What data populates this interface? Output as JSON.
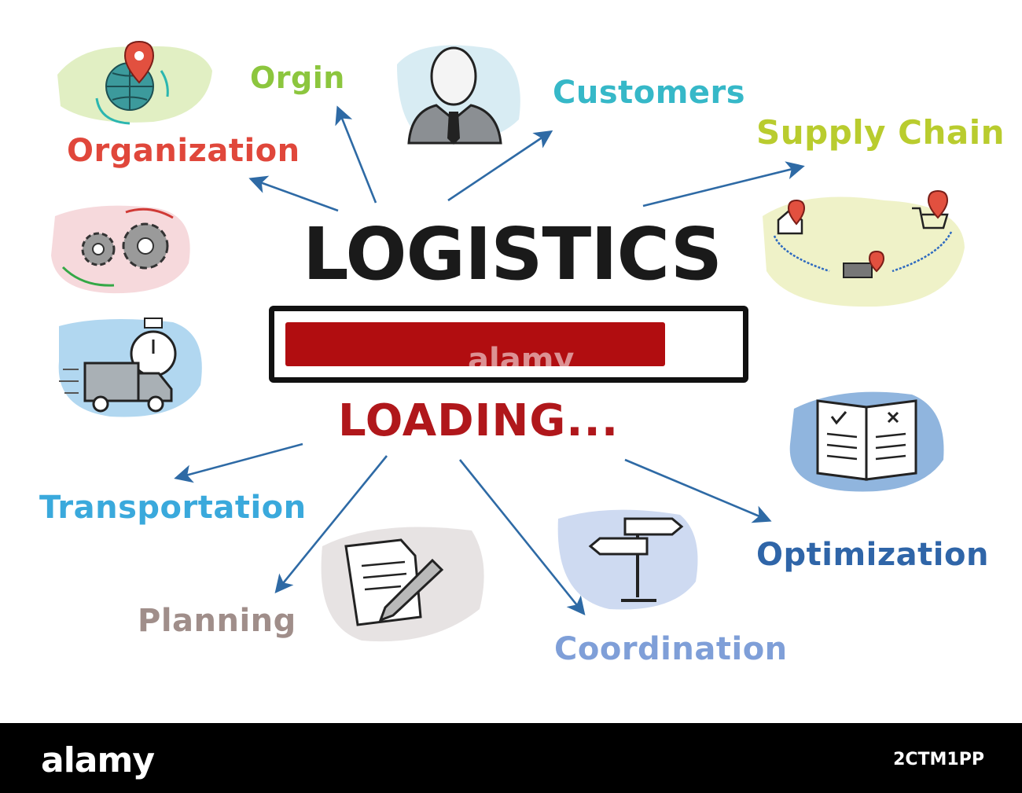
{
  "title": "LOGISTICS",
  "status": "LOADING...",
  "progress": 0.85,
  "watermark": "alamy",
  "labels": {
    "origin": "Orgin",
    "customers": "Customers",
    "supply_chain": "Supply Chain",
    "organization": "Organization",
    "transportation": "Transportation",
    "planning": "Planning",
    "coordination": "Coordination",
    "optimization": "Optimization"
  },
  "colors": {
    "origin": "#8cc63e",
    "customers": "#36b8c8",
    "supply_chain": "#b9cc2e",
    "organization": "#e0473b",
    "transportation": "#3aa9dc",
    "planning": "#a08e8a",
    "coordination": "#7f9fd8",
    "optimization": "#2f65a8",
    "arrow": "#2e6aa5",
    "progress": "#b10d10"
  },
  "icons": [
    "globe-location-icon",
    "businessman-icon",
    "delivery-route-icon",
    "gears-cycle-icon",
    "truck-stopwatch-icon",
    "checklist-book-icon",
    "document-pencil-icon",
    "signpost-icon"
  ],
  "footer": {
    "logo": "alamy",
    "image_id": "2CTM1PP"
  }
}
